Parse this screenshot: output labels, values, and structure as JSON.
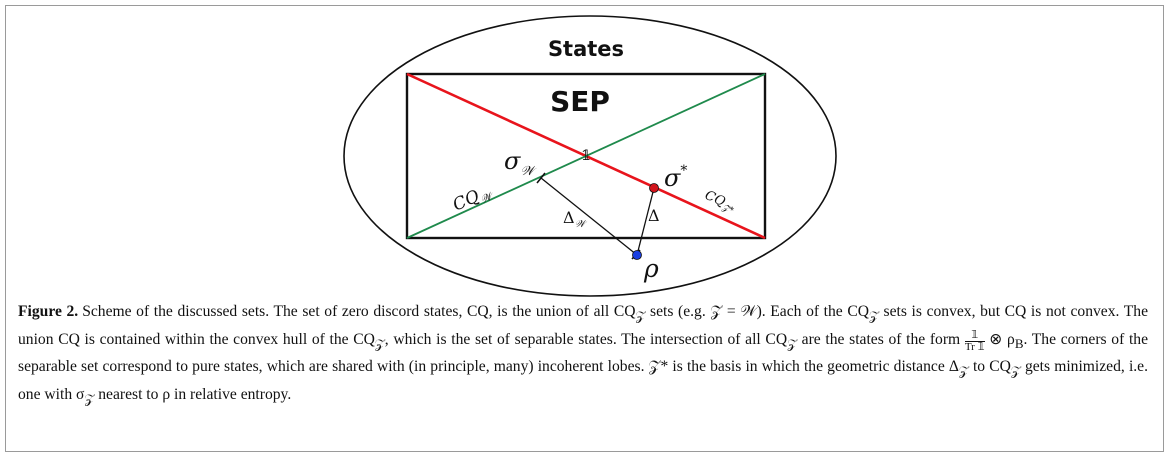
{
  "diagram": {
    "outer_set_label": "States",
    "inner_set_label": "SEP",
    "identity_label": "𝟙",
    "sigma_w_label": "σ",
    "sigma_w_sub": "𝒲",
    "sigma_star_label": "σ",
    "sigma_star_sup": "*",
    "rho_label": "ρ",
    "delta_label": "Δ",
    "delta_w_label": "Δ",
    "delta_w_sub": "𝒲",
    "cq_w_label": "CQ",
    "cq_w_sub": "𝒲",
    "cq_z_label": "CQ",
    "cq_z_sub": "𝒵*",
    "colors": {
      "red_diagonal": "#e8141c",
      "green_diagonal": "#1f8a4c",
      "rho_point": "#1a3fe0",
      "sigma_star_point": "#d2141c"
    }
  },
  "caption": {
    "figure_label": "Figure 2.",
    "part1": "Scheme of the discussed sets. The set of zero discord states, CQ, is the union of all CQ",
    "sub_z": "𝒵",
    "part2": " sets (e.g. 𝒵 = 𝒲). Each of the CQ",
    "part3": " sets is convex, but CQ is not convex. The union CQ is contained within the convex hull of the CQ",
    "part4": ", which is the set of separable states. The intersection of all CQ",
    "part5": " are the states of the form ",
    "frac_num": "𝟙",
    "frac_den": "Tr 𝟙",
    "part6": " ⊗ ρ",
    "sub_b": "B",
    "part7": ". The corners of the separable set correspond to pure states, which are shared with (in principle, many) incoherent lobes. 𝒵* is the basis in which the geometric distance Δ",
    "part8": " to CQ",
    "part9": " gets minimized, i.e. one with σ",
    "part10": " nearest to ρ in relative entropy."
  }
}
